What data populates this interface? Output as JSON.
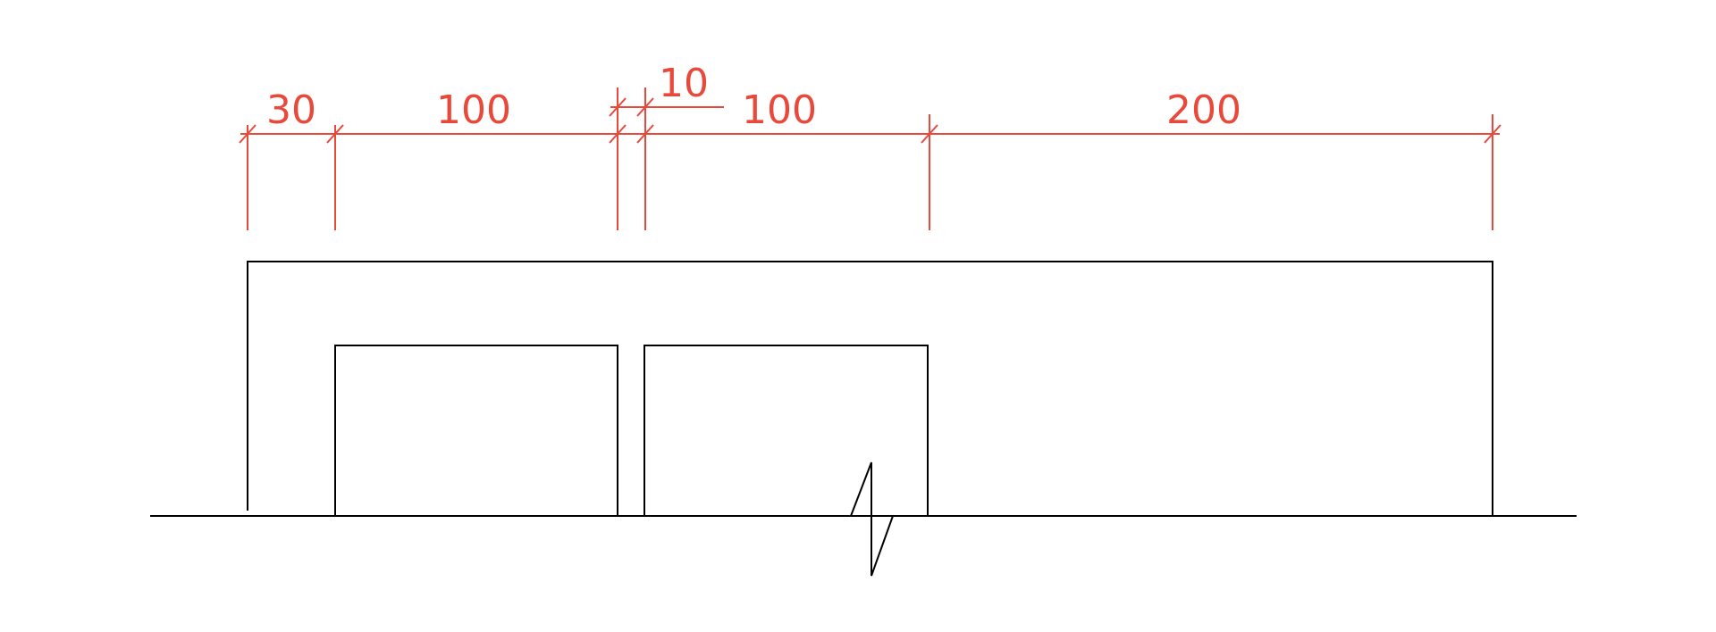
{
  "colors": {
    "dimension": "#e8493b",
    "outline": "#000000",
    "background": "#ffffff"
  },
  "dimensions": [
    {
      "label": "30"
    },
    {
      "label": "100"
    },
    {
      "label": "10"
    },
    {
      "label": "100"
    },
    {
      "label": "200"
    }
  ]
}
